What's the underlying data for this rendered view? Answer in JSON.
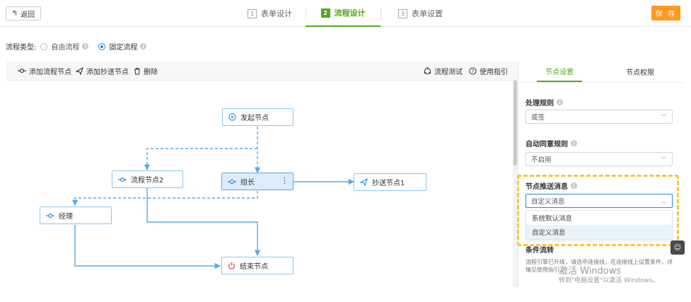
{
  "header": {
    "back_label": "返回",
    "steps": [
      {
        "num": "1",
        "label": "表单设计"
      },
      {
        "num": "2",
        "label": "流程设计"
      },
      {
        "num": "3",
        "label": "表单设置"
      }
    ],
    "save_label": "保 存"
  },
  "flow_type": {
    "label": "流程类型:",
    "options": [
      "自由流程",
      "固定流程"
    ],
    "selected": "固定流程"
  },
  "toolbar": {
    "add_flow_node": "添加流程节点",
    "add_cc_node": "添加抄送节点",
    "delete": "删除",
    "flow_test": "流程测试",
    "guide": "使用指引"
  },
  "nodes": {
    "start": "发起节点",
    "flow2": "流程节点2",
    "leader": "组长",
    "cc1": "抄送节点1",
    "manager": "经理",
    "end": "结束节点"
  },
  "panel": {
    "tabs": [
      "节点设置",
      "节点权限"
    ],
    "processing_rule_label": "处理规则",
    "processing_rule_value": "或签",
    "auto_agree_label": "自动同意规则",
    "auto_agree_value": "不启用",
    "push_msg_label": "节点推送消息",
    "push_msg_value": "自定义消息",
    "push_msg_options": [
      "系统默认消息",
      "自定义消息"
    ],
    "condition_label": "条件流转",
    "condition_help": "流程引擎已升级，请选中连接线，在连接线上设置条件，详情见使用指引。"
  },
  "watermark": {
    "line1": "激活 Windows",
    "line2": "转到\"电脑设置\"以激活 Windows。"
  },
  "colors": {
    "accent_green": "#52a822",
    "save_orange": "#ff9a1f",
    "node_border": "#8ec8f0",
    "edge_blue": "#5aa9e6",
    "highlight_yellow": "#f6c836"
  }
}
